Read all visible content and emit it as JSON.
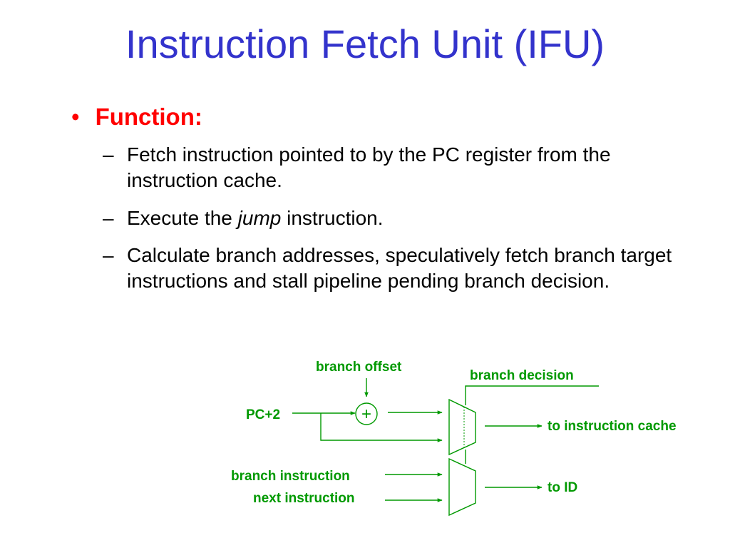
{
  "title": "Instruction Fetch Unit (IFU)",
  "bullet": {
    "symbol": "•",
    "label": "Function:"
  },
  "subitems": {
    "dash": "–",
    "item1": "Fetch instruction pointed to by the PC register from the instruction cache.",
    "item2_before": "Execute the ",
    "item2_em": "jump",
    "item2_after": " instruction.",
    "item3": "Calculate branch addresses, speculatively fetch branch target instructions and stall pipeline pending branch decision."
  },
  "diagram": {
    "branch_offset": "branch offset",
    "branch_decision": "branch decision",
    "pc_plus_2": "PC+2",
    "adder_symbol": "+",
    "to_instruction_cache": "to instruction cache",
    "branch_instruction": "branch instruction",
    "next_instruction": "next instruction",
    "to_id": "to ID"
  },
  "colors": {
    "title": "#3333cc",
    "bullet": "#ff0000",
    "diagram": "#009900"
  }
}
